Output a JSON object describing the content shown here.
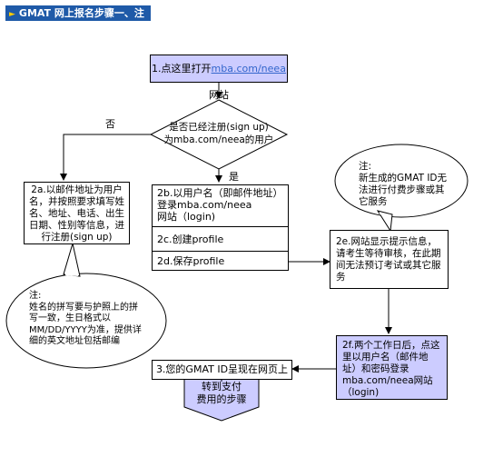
{
  "header": {
    "title": "GMAT 网上报名步骤一、注册"
  },
  "steps": {
    "s1": {
      "prefix": "1.点这里打开",
      "link": "mba.com/neea",
      "suffix": "网站"
    },
    "decision": {
      "line1": "是否已经注册(sign up)",
      "line2": "为mba.com/neea的用户"
    },
    "no_label": "否",
    "yes_label": "是",
    "s2a": "2a.以邮件地址为用户名，并按照要求填写姓名、地址、电话、出生日期、性别等信息，进行注册(sign up)",
    "s2b": {
      "line1": "2b.以用户名（即邮件地址）",
      "line2": "登录mba.com/neea",
      "line3": "网站（login)"
    },
    "s2c": "2c.创建profile",
    "s2d": "2d.保存profile",
    "s2e": "2e.网站显示提示信息，请考生等待审核，在此期间无法预订考试或其它服务",
    "s2f": "2f.两个工作日后，点这里以用户名（邮件地址）和密码登录mba.com/neea网站（login)",
    "s3": "3.您的GMAT ID呈现在网页上",
    "final": {
      "line1": "转到支付",
      "line2": "费用的步骤"
    }
  },
  "notes": {
    "note1": {
      "title": "注:",
      "body": "新生成的GMAT ID无法进行付费步骤或其它服务"
    },
    "note2": {
      "title": "注:",
      "body": "姓名的拼写要与护照上的拼写一致，生日格式以MM/DD/YYYY为准，提供详细的英文地址包括邮编"
    }
  },
  "colors": {
    "box_fill": "#ccccff",
    "header_fill": "#1f5aa8",
    "link": "#3366cc"
  }
}
